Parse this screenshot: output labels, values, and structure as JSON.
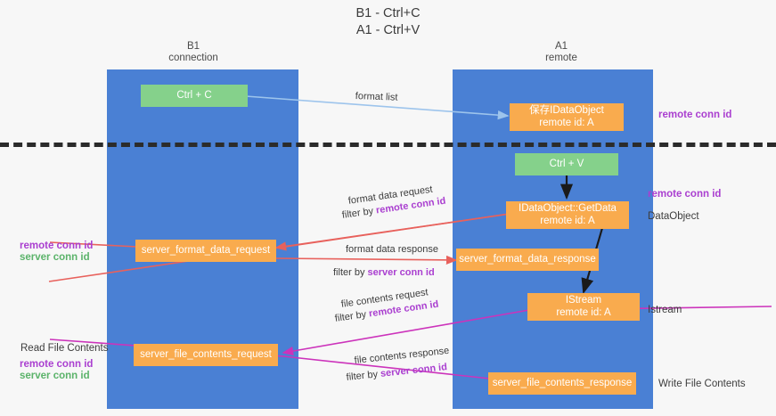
{
  "title": "B1 - Ctrl+C\nA1 - Ctrl+V",
  "lanes": [
    {
      "id": "b1",
      "title": "B1\nconnection"
    },
    {
      "id": "a1",
      "title": "A1\nremote"
    }
  ],
  "nodes": {
    "ctrl_c": "Ctrl + C",
    "ctrl_v": "Ctrl + V",
    "save_idataobject": "保存IDataObject\nremote id: A",
    "idataobject_getdata": "IDataObject::GetData\nremote id: A",
    "istream": "IStream\nremote id: A",
    "server_format_data_request": "server_format_data_request",
    "server_format_data_response": "server_format_data_response",
    "server_file_contents_request": "server_file_contents_request",
    "server_file_contents_response": "server_file_contents_response"
  },
  "edges": {
    "format_list": "format list",
    "format_data_request": "format data request",
    "format_data_request_filter_prefix": "filter by ",
    "format_data_request_filter_key": "remote conn id",
    "format_data_response": "format data response",
    "format_data_response_filter_prefix": "filter by ",
    "format_data_response_filter_key": "server conn id",
    "file_contents_request": "file contents request",
    "file_contents_request_filter_prefix": "filter by ",
    "file_contents_request_filter_key": "remote conn id",
    "file_contents_response": "file contents response",
    "file_contents_response_filter_prefix": "filter by ",
    "file_contents_response_filter_key": "server conn id"
  },
  "annotations": {
    "right_remote_conn_id_top": "remote conn id",
    "right_remote_conn_id_mid": "remote conn id",
    "right_dataobject": "DataObject",
    "right_istream": "Istream",
    "right_write_file_contents": "Write File Contents",
    "left_remote_conn_id": "remote conn id",
    "left_server_conn_id": "server conn id",
    "left_read_file_contents": "Read File Contents",
    "left_remote_conn_id_2": "remote conn id",
    "left_server_conn_id_2": "server conn id"
  },
  "colors": {
    "lane": "#4a80d4",
    "node_orange": "#f9ab4e",
    "node_green": "#85d18b",
    "accent_purple": "#aa3fd0",
    "accent_green": "#5bb36a",
    "arrow_blue": "#9dc4ec",
    "arrow_red": "#e8615c",
    "arrow_magenta": "#cc33bb",
    "arrow_black": "#1a1a1a",
    "divider": "#2b2b2b",
    "background": "#f7f7f7"
  }
}
